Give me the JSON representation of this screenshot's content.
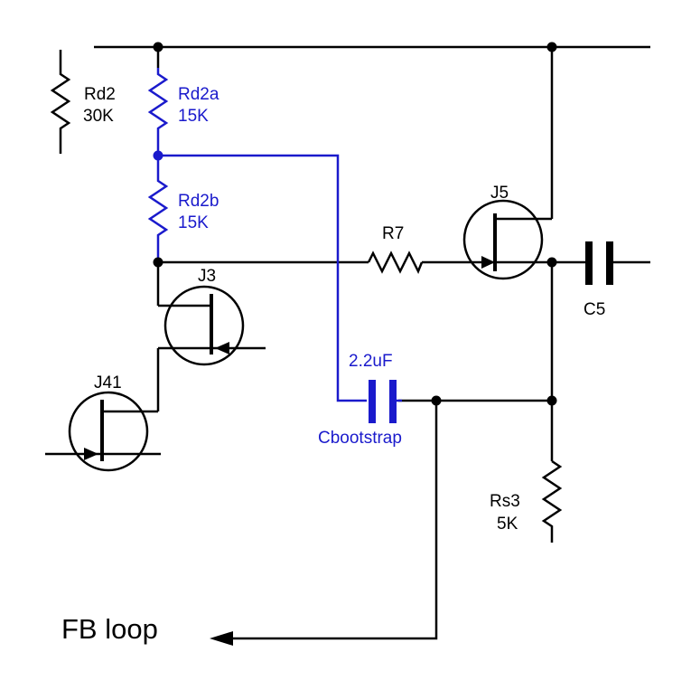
{
  "colors": {
    "black": "#000000",
    "blue": "#1a1acc"
  },
  "labels": {
    "rd2_name": "Rd2",
    "rd2_value": "30K",
    "rd2a_name": "Rd2a",
    "rd2a_value": "15K",
    "rd2b_name": "Rd2b",
    "rd2b_value": "15K",
    "r7_name": "R7",
    "j5_name": "J5",
    "j3_name": "J3",
    "j41_name": "J41",
    "c5_name": "C5",
    "cboot_value": "2.2uF",
    "cboot_name": "Cbootstrap",
    "rs3_name": "Rs3",
    "rs3_value": "5K",
    "fb_loop": "FB loop"
  }
}
